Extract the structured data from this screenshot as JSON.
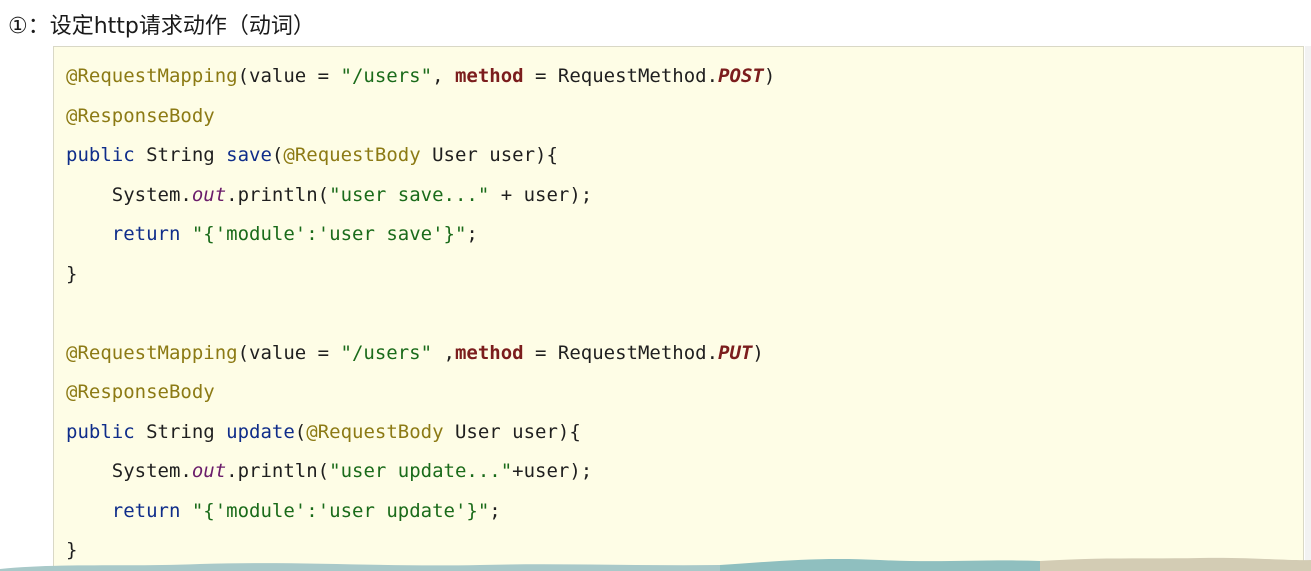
{
  "heading": {
    "text": "①：设定http请求动作（动词）"
  },
  "code_lines": [
    [
      {
        "t": "@RequestMapping",
        "c": "ann"
      },
      {
        "t": "(value = ",
        "c": ""
      },
      {
        "t": "\"/users\"",
        "c": "str"
      },
      {
        "t": ", ",
        "c": ""
      },
      {
        "t": "method",
        "c": "kwb"
      },
      {
        "t": " = RequestMethod.",
        "c": ""
      },
      {
        "t": "POST",
        "c": "itb"
      },
      {
        "t": ")",
        "c": ""
      }
    ],
    [
      {
        "t": "@ResponseBody",
        "c": "ann"
      }
    ],
    [
      {
        "t": "public",
        "c": "kw"
      },
      {
        "t": " String ",
        "c": ""
      },
      {
        "t": "save",
        "c": "kw"
      },
      {
        "t": "(",
        "c": ""
      },
      {
        "t": "@RequestBody",
        "c": "ann"
      },
      {
        "t": " User user){",
        "c": ""
      }
    ],
    [
      {
        "t": "    System.",
        "c": ""
      },
      {
        "t": "out",
        "c": "it"
      },
      {
        "t": ".println(",
        "c": ""
      },
      {
        "t": "\"user save...\"",
        "c": "str"
      },
      {
        "t": " + user);",
        "c": ""
      }
    ],
    [
      {
        "t": "    ",
        "c": ""
      },
      {
        "t": "return",
        "c": "kw"
      },
      {
        "t": " ",
        "c": ""
      },
      {
        "t": "\"{'module':'user save'}\"",
        "c": "str"
      },
      {
        "t": ";",
        "c": ""
      }
    ],
    [
      {
        "t": "}",
        "c": ""
      }
    ],
    [],
    [
      {
        "t": "@RequestMapping",
        "c": "ann"
      },
      {
        "t": "(value = ",
        "c": ""
      },
      {
        "t": "\"/users\"",
        "c": "str"
      },
      {
        "t": " ,",
        "c": ""
      },
      {
        "t": "method",
        "c": "kwb"
      },
      {
        "t": " = RequestMethod.",
        "c": ""
      },
      {
        "t": "PUT",
        "c": "itb"
      },
      {
        "t": ")",
        "c": ""
      }
    ],
    [
      {
        "t": "@ResponseBody",
        "c": "ann"
      }
    ],
    [
      {
        "t": "public",
        "c": "kw"
      },
      {
        "t": " String ",
        "c": ""
      },
      {
        "t": "update",
        "c": "kw"
      },
      {
        "t": "(",
        "c": ""
      },
      {
        "t": "@RequestBody",
        "c": "ann"
      },
      {
        "t": " User user){",
        "c": ""
      }
    ],
    [
      {
        "t": "    System.",
        "c": ""
      },
      {
        "t": "out",
        "c": "it"
      },
      {
        "t": ".println(",
        "c": ""
      },
      {
        "t": "\"user update...\"",
        "c": "str"
      },
      {
        "t": "+user);",
        "c": ""
      }
    ],
    [
      {
        "t": "    ",
        "c": ""
      },
      {
        "t": "return",
        "c": "kw"
      },
      {
        "t": " ",
        "c": ""
      },
      {
        "t": "\"{'module':'user update'}\"",
        "c": "str"
      },
      {
        "t": ";",
        "c": ""
      }
    ],
    [
      {
        "t": "}",
        "c": ""
      }
    ]
  ],
  "colors": {
    "code_background": "#fefde6",
    "annotation": "#8c7a14",
    "keyword": "#0f2d8a",
    "method_keyword": "#7b1d1d",
    "string": "#1a6b1a"
  }
}
